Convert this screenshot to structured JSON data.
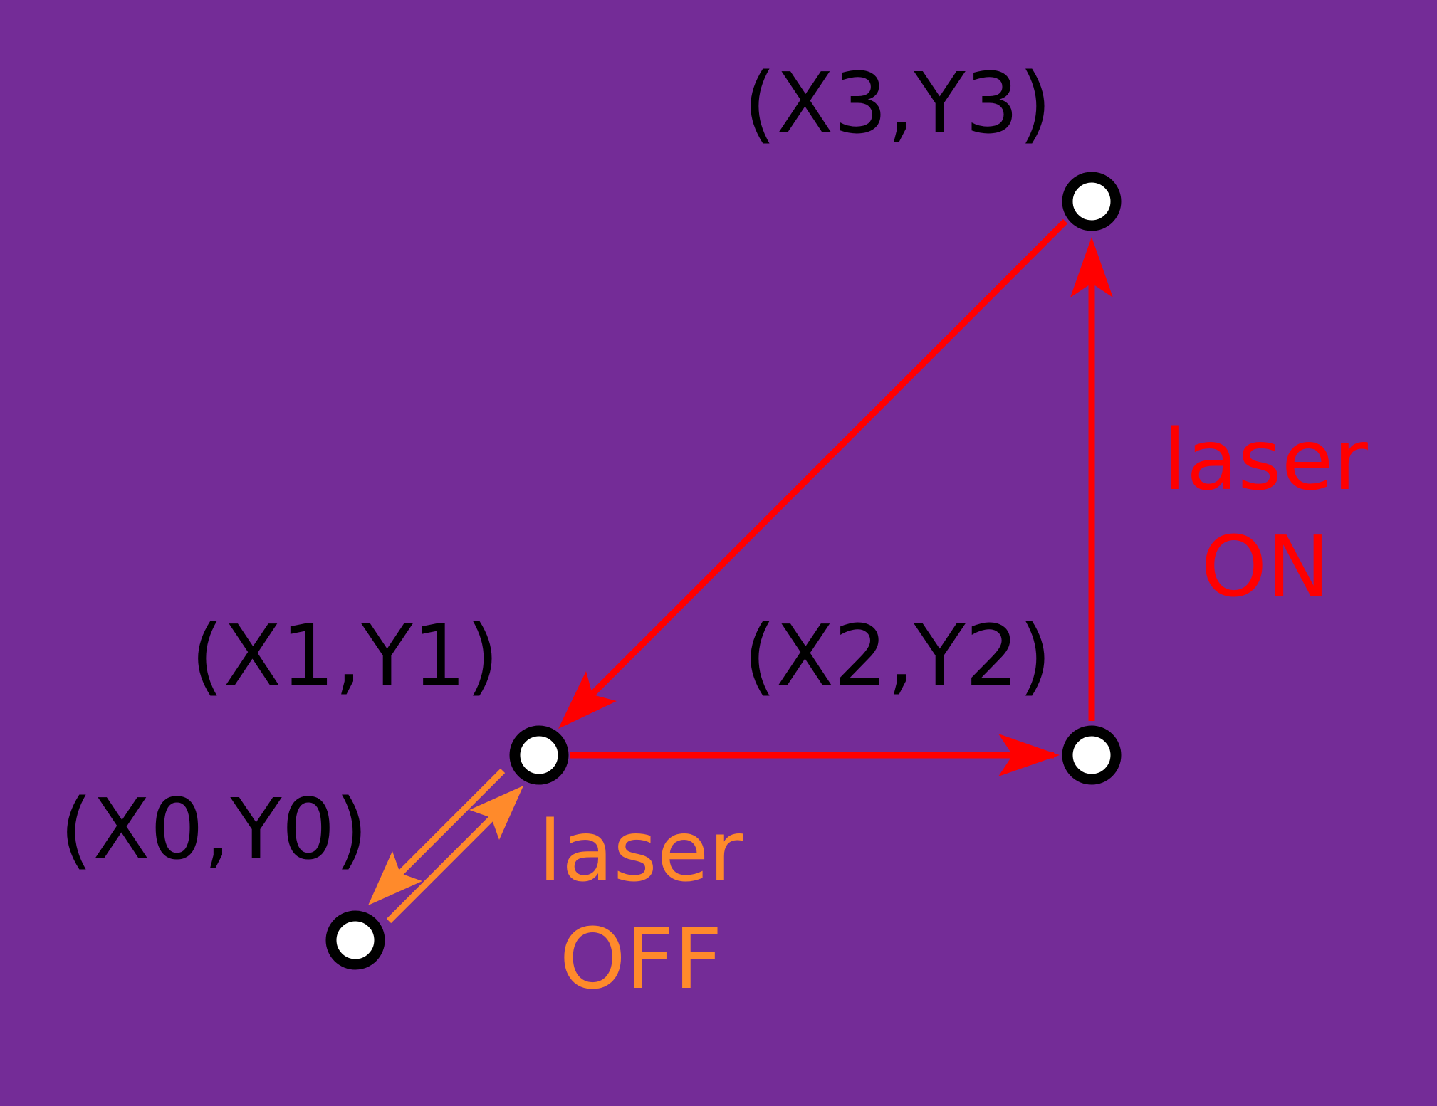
{
  "colors": {
    "background": "#742c97",
    "laser_on": "#ff0000",
    "laser_off": "#ff8a2b",
    "node_fill": "#ffffff",
    "node_stroke": "#000000",
    "label": "#000000"
  },
  "points": {
    "p0": "(X0,Y0)",
    "p1": "(X1,Y1)",
    "p2": "(X2,Y2)",
    "p3": "(X3,Y3)"
  },
  "notes": {
    "laser_on": [
      "laser",
      "ON"
    ],
    "laser_off": [
      "laser",
      "OFF"
    ]
  }
}
